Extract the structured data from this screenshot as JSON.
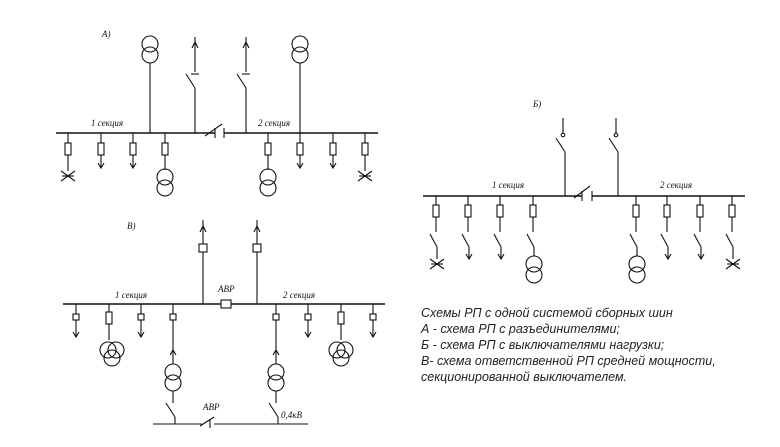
{
  "labels": {
    "scheme_a": "А)",
    "scheme_b": "Б)",
    "scheme_v": "В)",
    "section1": "1 секция",
    "section2": "2 секция",
    "avr": "АВР",
    "voltage": "0,4кВ"
  },
  "caption": {
    "lines": [
      "Схемы РП с одной системой сборных шин",
      "А - схема РП с разъединителями;",
      "Б - схема РП с выключателями нагрузки;",
      "В- схема ответственной РП средней мощности,",
      "секционированной выключателем."
    ]
  }
}
